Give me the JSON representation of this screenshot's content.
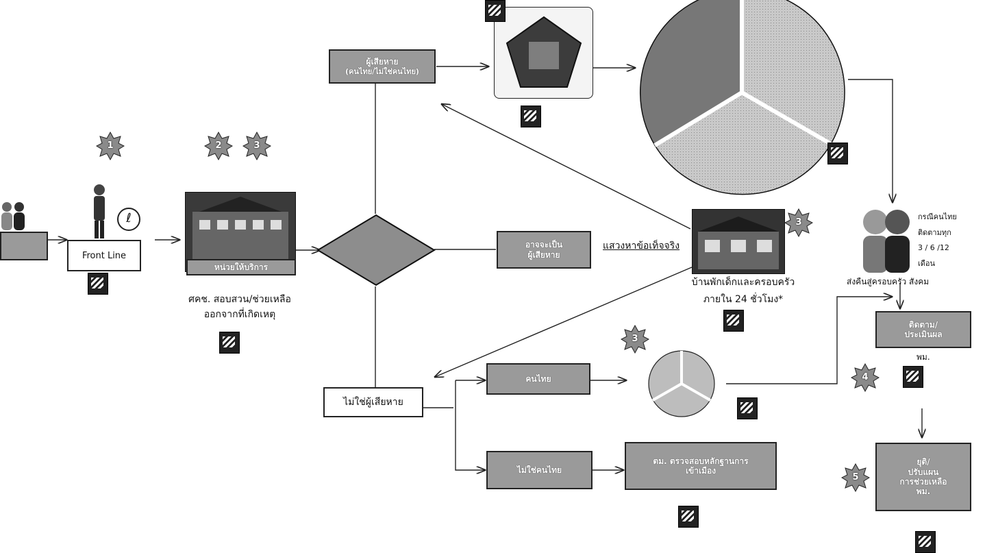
{
  "nodes": {
    "front_line": "Front Line",
    "service_unit": "หน่วยให้บริการ",
    "service_caption_1": "ศคช. สอบสวน/ช่วยเหลือ",
    "service_caption_2": "ออกจากที่เกิดเหตุ",
    "victim_box_1": "ผู้เสียหาย",
    "victim_box_2": "(คนไทย/ไม่ใช่คนไทย)",
    "may_be_victim_1": "อาจจะเป็น",
    "may_be_victim_2": "ผู้เสียหาย",
    "seek_facts": "แสวงหาข้อเท็จจริง",
    "shelter_caption_1": "บ้านพักเด็กและครอบครัว",
    "shelter_caption_2": "ภายใน 24 ชั่วโมง*",
    "not_victim": "ไม่ใช่ผู้เสียหาย",
    "thai": "คนไทย",
    "not_thai": "ไม่ใช่คนไทย",
    "immigration_1": "ตม. ตรวจสอบหลักฐานการ",
    "immigration_2": "เข้าเมือง",
    "follow_up_1": "ติดตาม/",
    "follow_up_2": "ประเมินผล",
    "follow_up_3": "พม.",
    "end_1": "ยุติ/",
    "end_2": "ปรับแผน",
    "end_3": "การช่วยเหลือ",
    "end_4": "พม.",
    "return_family": "ส่งคืนสู่ครอบครัว สังคม",
    "thai_case_1": "กรณีคนไทย",
    "thai_case_2": "ติดตามทุก",
    "thai_case_3": "3 / 6 /12",
    "thai_case_4": "เดือน"
  },
  "stars": [
    "1",
    "2",
    "3",
    "3",
    "3",
    "4",
    "5"
  ]
}
